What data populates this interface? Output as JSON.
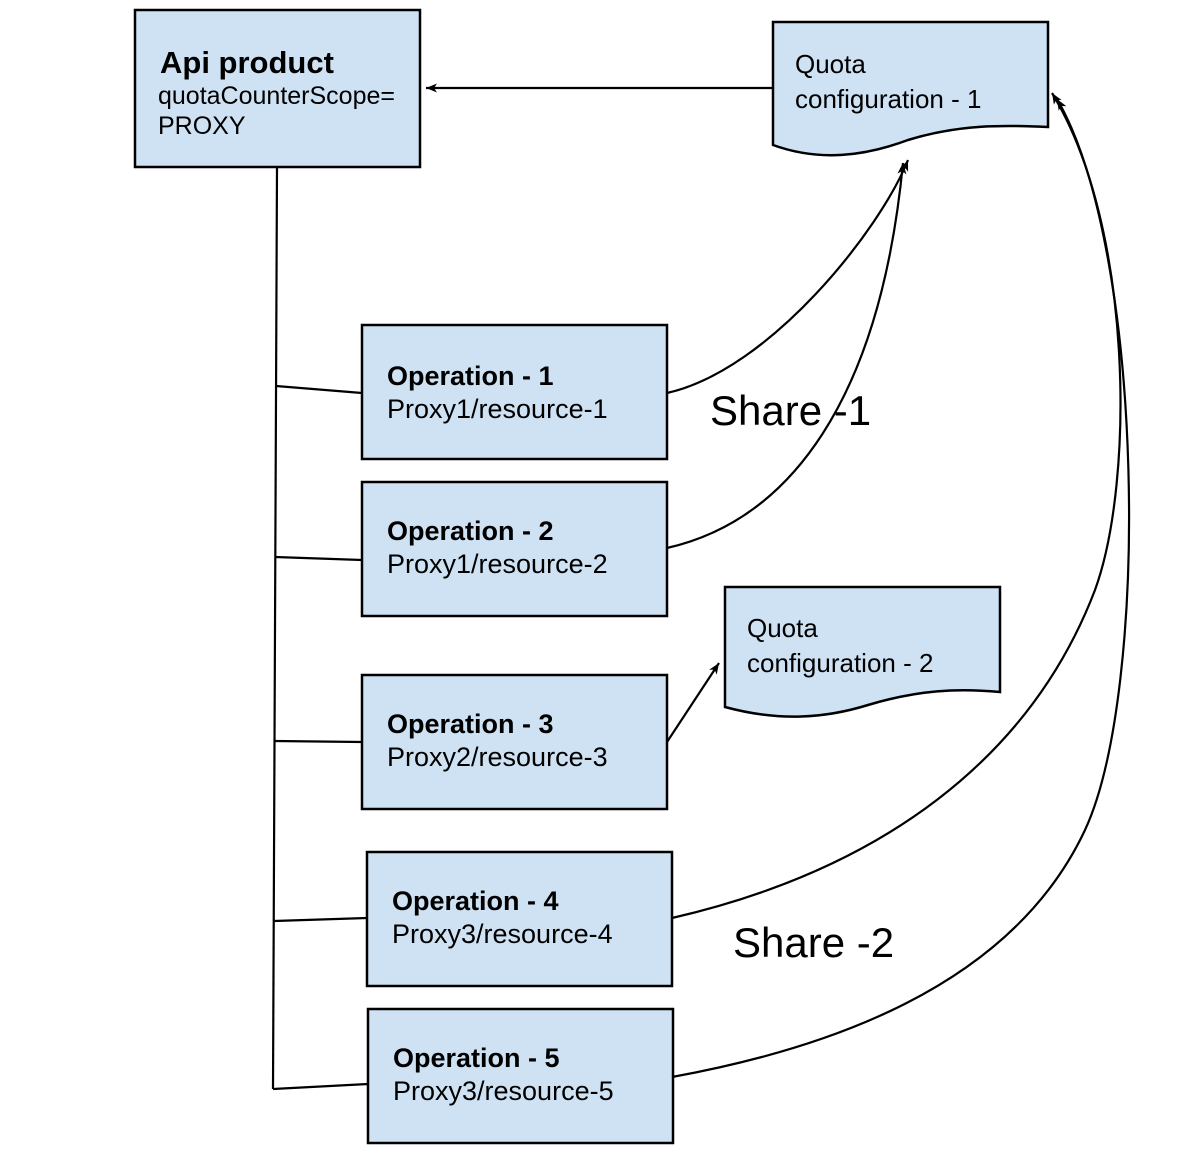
{
  "diagram": {
    "colors": {
      "background": "#ffffff",
      "node_fill": "#cfe2f3",
      "node_stroke": "#000000",
      "connector": "#000000",
      "text": "#000000"
    },
    "api_product": {
      "title": "Api product",
      "attr_line1": "quotaCounterScope=",
      "attr_line2": "PROXY"
    },
    "quota_config_1": {
      "line1": "Quota",
      "line2": "configuration - 1"
    },
    "quota_config_2": {
      "line1": "Quota",
      "line2": "configuration - 2"
    },
    "operations": [
      {
        "title": "Operation - 1",
        "path": "Proxy1/resource-1"
      },
      {
        "title": "Operation - 2",
        "path": "Proxy1/resource-2"
      },
      {
        "title": "Operation - 3",
        "path": "Proxy2/resource-3"
      },
      {
        "title": "Operation - 4",
        "path": "Proxy3/resource-4"
      },
      {
        "title": "Operation - 5",
        "path": "Proxy3/resource-5"
      }
    ],
    "share_labels": {
      "share_1": "Share -1",
      "share_2": "Share -2"
    }
  }
}
